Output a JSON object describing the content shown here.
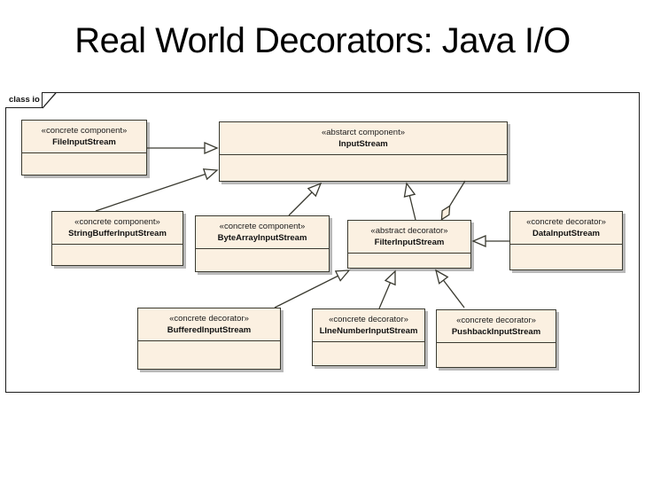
{
  "title": "Real World Decorators: Java I/O",
  "frame": {
    "label": "class io"
  },
  "colors": {
    "box_fill": "#fbf0e1",
    "box_border": "#3a3a30",
    "box_shadow": "#b9b9b9",
    "frame_border": "#1c1c1c",
    "line": "#3a3a30",
    "background": "#ffffff"
  },
  "diagram": {
    "classes": [
      {
        "stereotype": "«concrete component»",
        "name": "FileInputStream"
      },
      {
        "stereotype": "«abstarct component»",
        "name": "InputStream"
      },
      {
        "stereotype": "«concrete component»",
        "name": "StringBufferInputStream"
      },
      {
        "stereotype": "«concrete component»",
        "name": "ByteArrayInputStream"
      },
      {
        "stereotype": "«abstract decorator»",
        "name": "FilterInputStream"
      },
      {
        "stereotype": "«concrete decorator»",
        "name": "DataInputStream"
      },
      {
        "stereotype": "«concrete decorator»",
        "name": "BufferedInputStream"
      },
      {
        "stereotype": "«concrete decorator»",
        "name": "LIneNumberInputStream"
      },
      {
        "stereotype": "«concrete decorator»",
        "name": "PushbackInputStream"
      }
    ],
    "relations": [
      {
        "from": "FileInputStream",
        "to": "InputStream",
        "type": "generalization"
      },
      {
        "from": "StringBufferInputStream",
        "to": "InputStream",
        "type": "generalization"
      },
      {
        "from": "ByteArrayInputStream",
        "to": "InputStream",
        "type": "generalization"
      },
      {
        "from": "FilterInputStream",
        "to": "InputStream",
        "type": "generalization"
      },
      {
        "from": "FilterInputStream",
        "to": "InputStream",
        "type": "aggregation"
      },
      {
        "from": "DataInputStream",
        "to": "FilterInputStream",
        "type": "generalization"
      },
      {
        "from": "BufferedInputStream",
        "to": "FilterInputStream",
        "type": "generalization"
      },
      {
        "from": "LIneNumberInputStream",
        "to": "FilterInputStream",
        "type": "generalization"
      },
      {
        "from": "PushbackInputStream",
        "to": "FilterInputStream",
        "type": "generalization"
      }
    ]
  }
}
